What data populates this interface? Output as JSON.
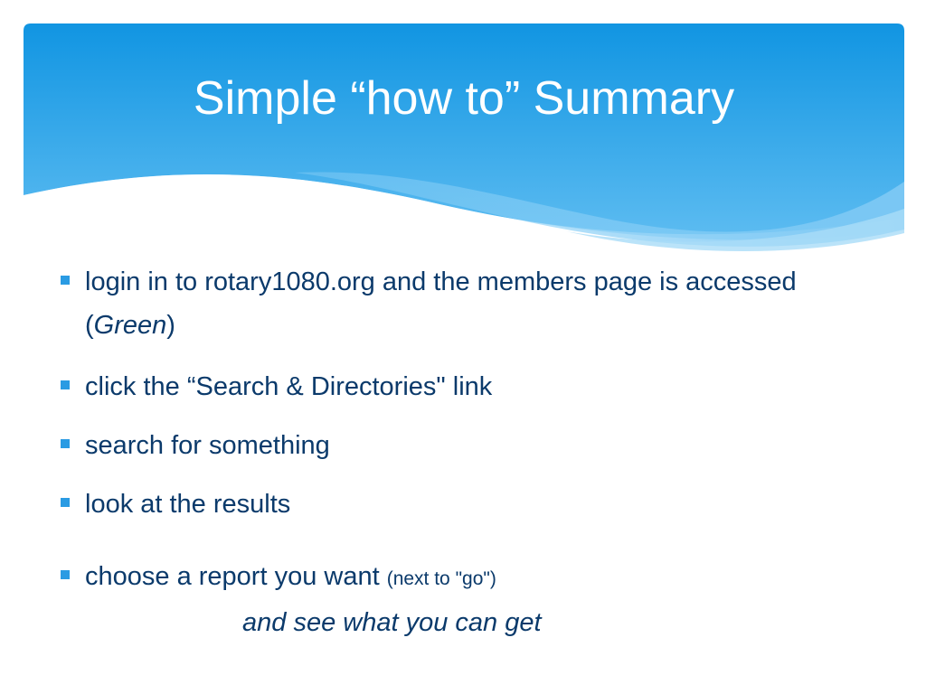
{
  "slide": {
    "title": "Simple “how to” Summary",
    "bullets": [
      {
        "text": "login in to rotary1080.org and the members page is accessed (",
        "emphasis": "Green",
        "suffix": ")"
      },
      {
        "text": "click the “Search & Directories\" link"
      },
      {
        "text": "search for something"
      },
      {
        "text": "look at the results"
      },
      {
        "text": "choose a report you want ",
        "note": "(next to \"go\")",
        "continuation": "and see what you can get"
      }
    ]
  },
  "colors": {
    "header_gradient_top": "#1195e2",
    "header_gradient_bottom": "#5dbcf1",
    "body_text": "#0b3a6b",
    "bullet_marker": "#2a9be3"
  }
}
